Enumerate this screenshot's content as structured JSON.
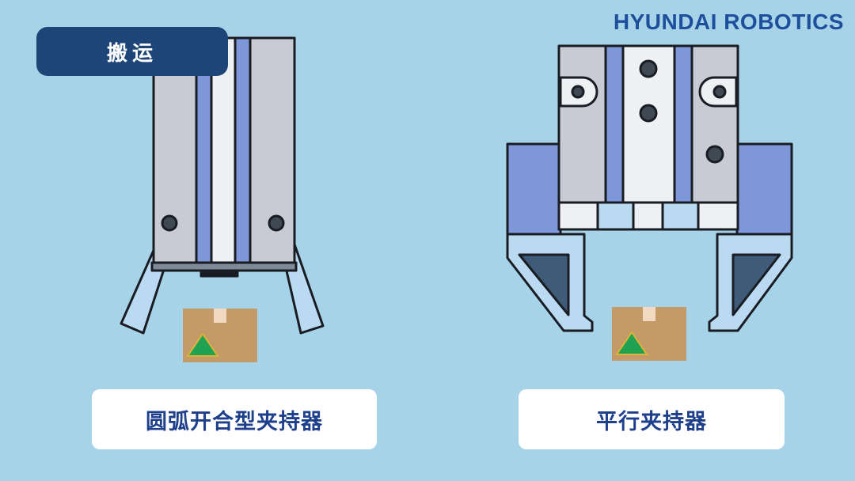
{
  "badge": {
    "label": "搬运"
  },
  "brand": {
    "text": "HYUNDAI ROBOTICS"
  },
  "grippers": [
    {
      "caption": "圆弧开合型夹持器"
    },
    {
      "caption": "平行夹持器"
    }
  ],
  "colors": {
    "background": "#a6d3e8",
    "badge": "#1d4577",
    "brand": "#1e4f9c",
    "caption_text": "#1d3f8c",
    "gripper_body": "#c9cbd4",
    "gripper_stripe": "#7e97d9",
    "jaw_light": "#b9daf0",
    "jaw_dark": "#3f5b78",
    "box": "#c49a67",
    "box_mark": "#1fa352"
  }
}
